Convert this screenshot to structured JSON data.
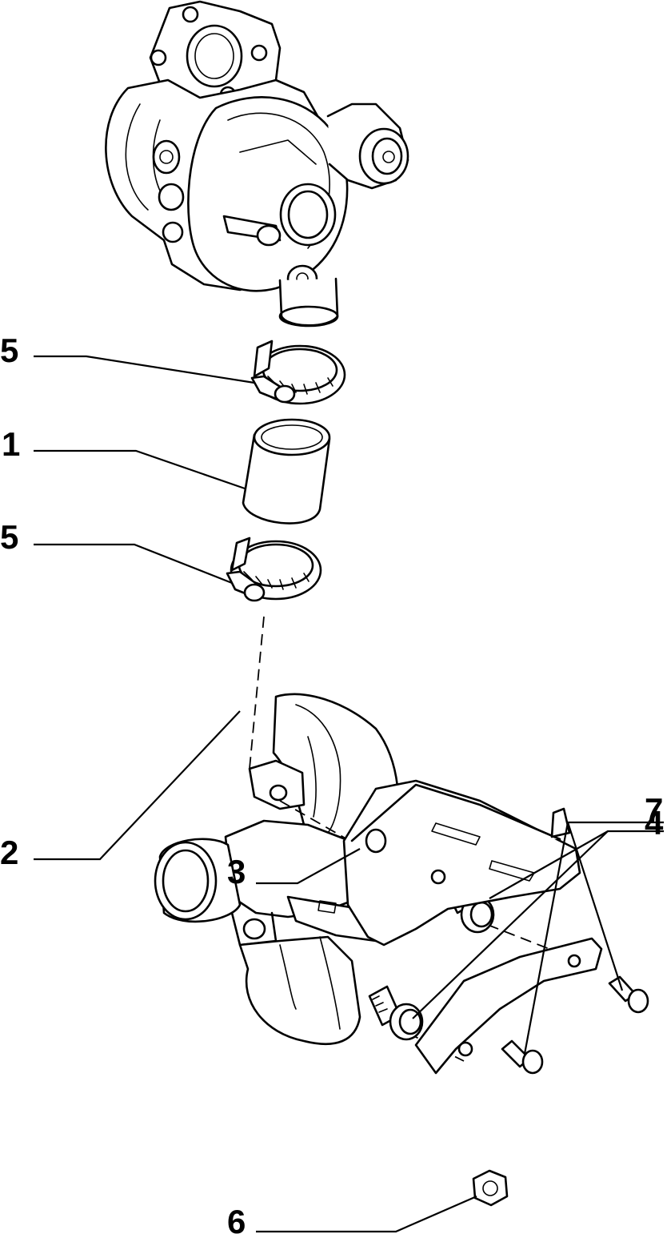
{
  "callouts": {
    "c5_top": "5",
    "c1": "1",
    "c5_bottom": "5",
    "c4": "4",
    "c7": "7",
    "c2": "2",
    "c3": "3",
    "c6": "6"
  }
}
